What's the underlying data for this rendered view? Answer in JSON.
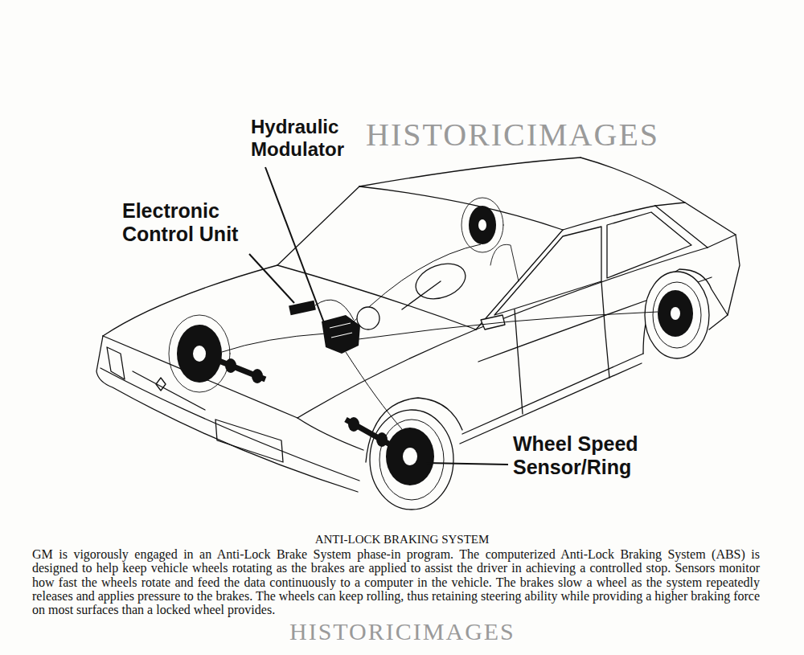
{
  "diagram": {
    "title": "ANTI-LOCK BRAKING SYSTEM",
    "caption": "GM is vigorously engaged in an Anti-Lock Brake System phase-in program. The computerized Anti-Lock Braking System (ABS) is designed to help keep vehicle wheels rotating as the brakes are applied to assist the driver in achieving a controlled stop. Sensors monitor how fast the wheels rotate and feed the data continuously to a computer in the vehicle. The brakes slow a wheel as the system repeatedly releases and applies pressure to the brakes. The wheels can keep rolling, thus retaining steering ability while providing a higher braking force on most surfaces than a locked wheel provides.",
    "labels": [
      "Hydraulic Modulator",
      "Electronic Control Unit",
      "Wheel Speed Sensor/Ring",
      "HISTORICIMAGES",
      "HISTORICIMAGES"
    ]
  }
}
